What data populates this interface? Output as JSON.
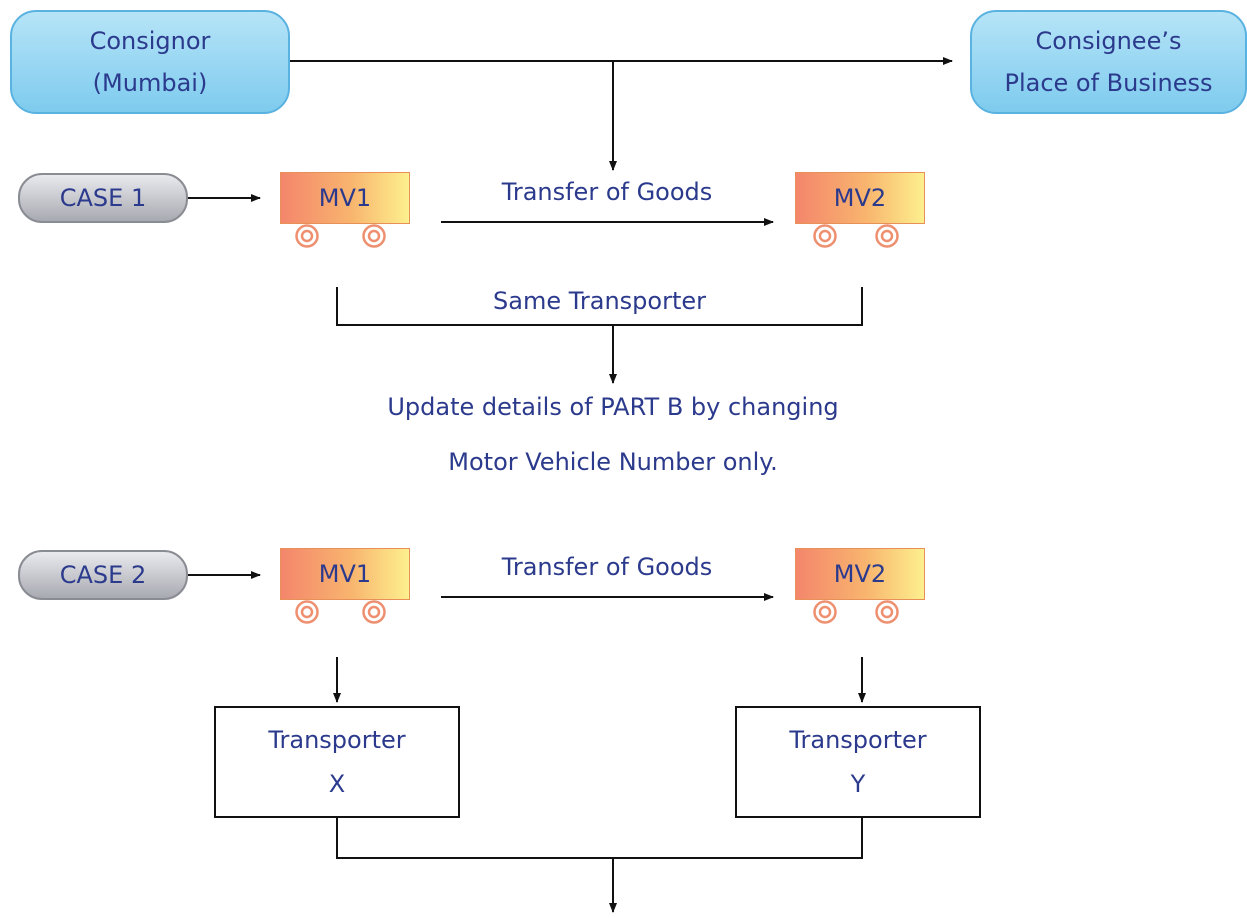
{
  "consignor": {
    "line1": "Consignor",
    "line2": "(Mumbai)"
  },
  "consignee": {
    "line1": "Consignee’s",
    "line2": "Place of Business"
  },
  "case1": {
    "label": "CASE 1",
    "vehicle_a": "MV1",
    "vehicle_b": "MV2",
    "transfer_label": "Transfer of Goods",
    "bracket_label": "Same Transporter",
    "result_line1": "Update details of PART B by changing",
    "result_line2": "Motor Vehicle Number only."
  },
  "case2": {
    "label": "CASE 2",
    "vehicle_a": "MV1",
    "vehicle_b": "MV2",
    "transfer_label": "Transfer of Goods",
    "transporter_x": {
      "line1": "Transporter",
      "line2": "X"
    },
    "transporter_y": {
      "line1": "Transporter",
      "line2": "Y"
    }
  },
  "colors": {
    "text": "#2b3a8c",
    "party_fill": "#7ecbee",
    "vehicle_fill_start": "#f4866c",
    "vehicle_fill_end": "#fdf08e",
    "wheel": "#ee8f6f",
    "case_fill": "#c4c6cc"
  }
}
